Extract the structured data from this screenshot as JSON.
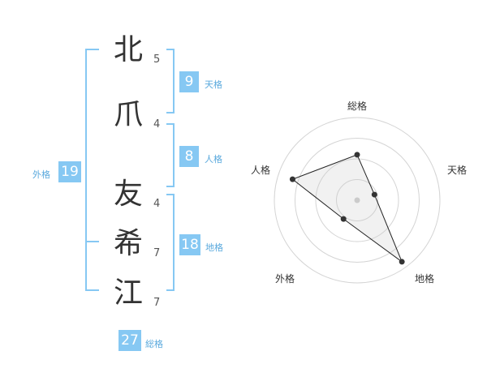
{
  "name_chars": [
    {
      "char": "北",
      "strokes": "5"
    },
    {
      "char": "爪",
      "strokes": "4"
    },
    {
      "char": "友",
      "strokes": "4"
    },
    {
      "char": "希",
      "strokes": "7"
    },
    {
      "char": "江",
      "strokes": "7"
    }
  ],
  "kakusu": {
    "tenkaku": {
      "value": "9",
      "label": "天格"
    },
    "jinkaku": {
      "value": "8",
      "label": "人格"
    },
    "chikaku": {
      "value": "18",
      "label": "地格"
    },
    "gaikaku": {
      "value": "19",
      "label": "外格"
    },
    "soukaku": {
      "value": "27",
      "label": "総格"
    }
  },
  "colors": {
    "accent": "#86c8f3",
    "bracket": "#86c8f3",
    "text": "#333333"
  },
  "chart_data": {
    "type": "radar",
    "axes": [
      "総格",
      "天格",
      "地格",
      "外格",
      "人格"
    ],
    "values": [
      0.55,
      0.22,
      0.92,
      0.28,
      0.82
    ],
    "range": [
      0,
      1
    ],
    "rings": 4
  }
}
